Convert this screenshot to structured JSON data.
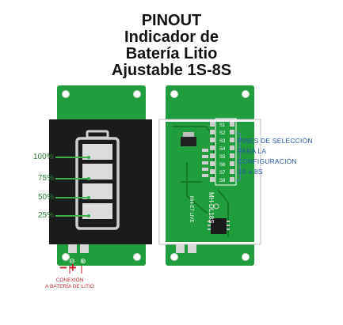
{
  "title": {
    "line1": "PINOUT",
    "line2": "Indicador de",
    "line3": "Batería Litio",
    "line4": "Ajustable 1S-8S"
  },
  "levels": [
    "100%",
    "75%",
    "50%",
    "25%"
  ],
  "levels_fill": [
    1.0,
    0.75,
    0.5,
    0.25
  ],
  "selection_note": {
    "line1": "PINES DE SELECCIÓN",
    "line2": "PARA LA",
    "line3": "CONFIGURACIÓN",
    "line4": "1S a 8S"
  },
  "pin_labels": [
    "S1",
    "S2",
    "S3",
    "S4",
    "S5",
    "S6",
    "S7",
    "S8"
  ],
  "connection": {
    "signs": "−+",
    "line1": "CONEXIÓN",
    "line2": "A BATERÍA DE LITIO"
  },
  "board_silkscreen": {
    "model": "MH-DL18S",
    "brand": "MH-ET LIVE"
  },
  "terminal_symbols": [
    "⊖",
    "⊕"
  ],
  "colors": {
    "pcb": "#1f9d3f",
    "pcb_dark": "#157a2e",
    "lcd_black": "#1b1b1b",
    "cell": "#dcdcdc",
    "label_green": "#2f7d3a",
    "note_blue": "#2a56a8",
    "conn_red": "#b3262f"
  }
}
